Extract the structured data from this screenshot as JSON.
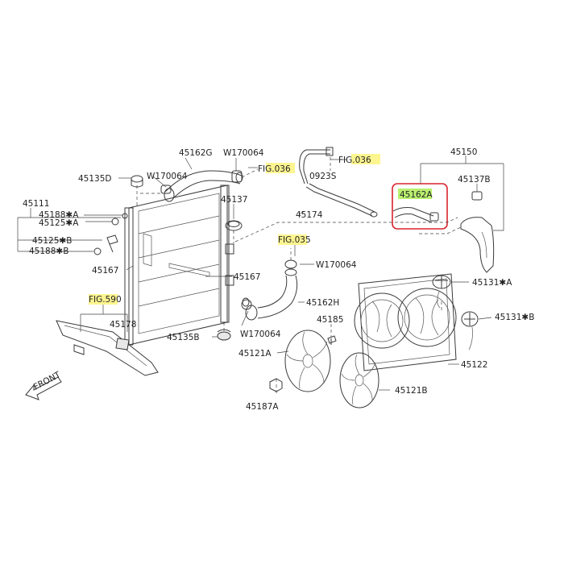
{
  "labels": {
    "p45150": "45150",
    "p45137B": "45137B",
    "p45162A": "45162A",
    "p45174": "45174",
    "p0923S": "0923S",
    "fig036a": "FIG.036",
    "fig036b": "FIG.036",
    "p45162G": "45162G",
    "pW170064a": "W170064",
    "pW170064b": "W170064",
    "p45135D": "45135D",
    "p45137": "45137",
    "p45111": "45111",
    "p45188A": "45188✱A",
    "p45125A": "45125✱A",
    "p45125B": "45125✱B",
    "p45188B": "45188✱B",
    "p45167a": "45167",
    "p45167b": "45167",
    "fig035": "FIG.035",
    "pW170064c": "W170064",
    "p45162H": "45162H",
    "pW170064d": "W170064",
    "fig590": "FIG.590",
    "p45178": "45178",
    "p45135B": "45135B",
    "p45185": "45185",
    "p45121A": "45121A",
    "p45121B": "45121B",
    "p45187A": "45187A",
    "p45131A": "45131✱A",
    "p45131B": "45131✱B",
    "p45122": "45122",
    "front": "FRONT"
  },
  "colors": {
    "highlight": "#fdf590",
    "highlight_selected": "#b9f06f",
    "callout": "#d9232d"
  }
}
